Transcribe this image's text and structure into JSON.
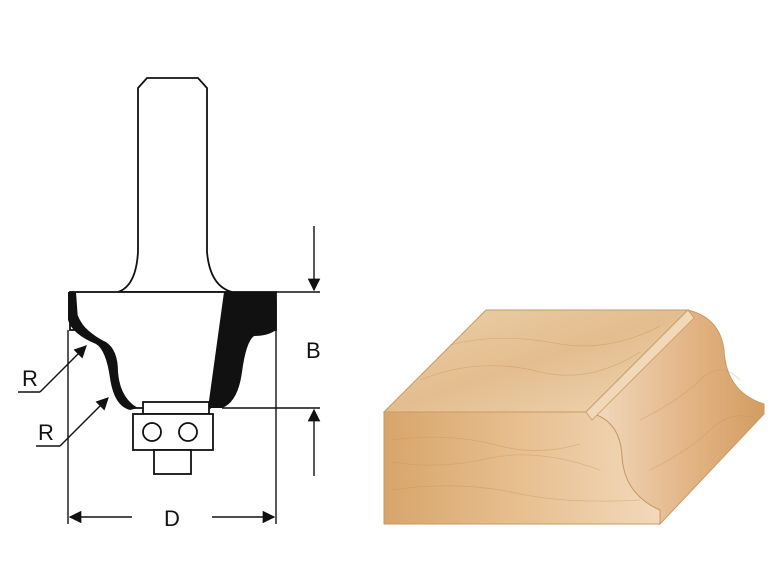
{
  "labels": {
    "radius_upper": "R",
    "radius_lower": "R",
    "height": "B",
    "diameter": "D"
  },
  "colors": {
    "line": "#111111",
    "cutter_fill": "#111111",
    "wood_top": "#e7c59a",
    "wood_front": "#d9aa73",
    "wood_side": "#e2b687",
    "wood_grain": "#c8945a"
  }
}
